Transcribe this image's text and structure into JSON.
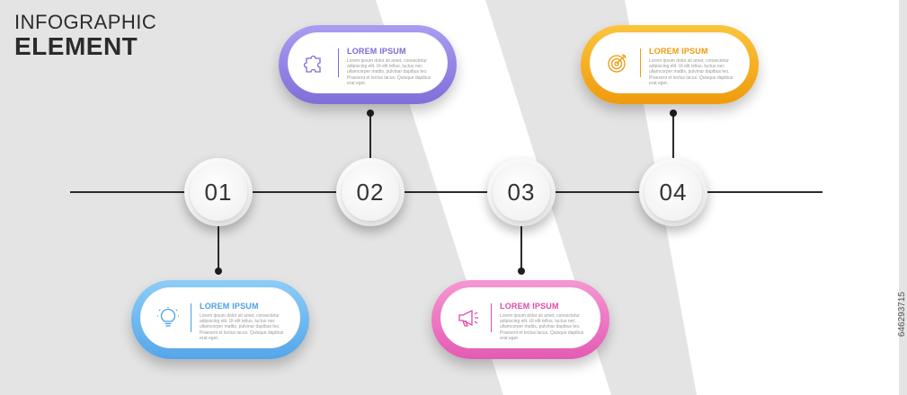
{
  "title": {
    "line1": "INFOGRAPHIC",
    "line2": "ELEMENT"
  },
  "steps": [
    {
      "number": "01"
    },
    {
      "number": "02"
    },
    {
      "number": "03"
    },
    {
      "number": "04"
    }
  ],
  "cards": [
    {
      "step": "01",
      "heading": "LOREM IPSUM",
      "text": "Lorem ipsum dolor sit amet, consectetur adipiscing elit. Ut elit tellus, luctus nec ullamcorper mattis, pulvinar dapibus leo. Praesent et lectus lacus. Quisque dapibus erat eget.",
      "color": "#4a9fe6",
      "icon": "lightbulb-icon"
    },
    {
      "step": "02",
      "heading": "LOREM IPSUM",
      "text": "Lorem ipsum dolor sit amet, consectetur adipiscing elit. Ut elit tellus, luctus nec ullamcorper mattis, pulvinar dapibus leo. Praesent et lectus lacus. Quisque dapibus erat eget.",
      "color": "#7a6bd4",
      "icon": "puzzle-icon"
    },
    {
      "step": "03",
      "heading": "LOREM IPSUM",
      "text": "Lorem ipsum dolor sit amet, consectetur adipiscing elit. Ut elit tellus, luctus nec ullamcorper mattis, pulvinar dapibus leo. Praesent et lectus lacus. Quisque dapibus erat eget.",
      "color": "#e04aa9",
      "icon": "megaphone-icon"
    },
    {
      "step": "04",
      "heading": "LOREM IPSUM",
      "text": "Lorem ipsum dolor sit amet, consectetur adipiscing elit. Ut elit tellus, luctus nec ullamcorper mattis, pulvinar dapibus leo. Praesent et lectus lacus. Quisque dapibus erat eget.",
      "color": "#ef9b0d",
      "icon": "target-icon"
    }
  ],
  "watermark": "646293715"
}
